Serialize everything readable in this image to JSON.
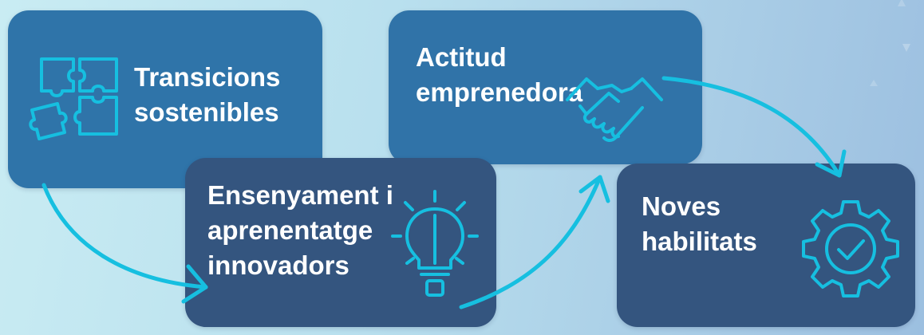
{
  "colors": {
    "accent": "#16bfe0",
    "card_blue": "#2f74a9",
    "card_navy": "#34557f",
    "text": "#ffffff"
  },
  "steps": [
    {
      "label": "Transicions\nsostenibles",
      "icon": "puzzle-icon"
    },
    {
      "label": "Ensenyament i\naprenentatge\ninnovadors",
      "icon": "lightbulb-icon"
    },
    {
      "label": "Actitud\nemprenedora",
      "icon": "handshake-icon"
    },
    {
      "label": "Noves\nhabilitats",
      "icon": "gear-check-icon"
    }
  ]
}
